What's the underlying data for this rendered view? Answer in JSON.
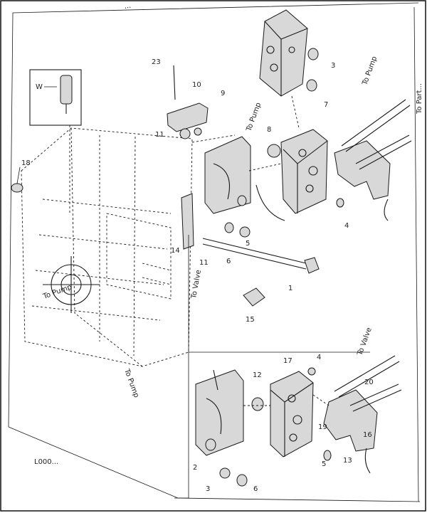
{
  "drawing_id": "L000...",
  "top_edge_label": "...",
  "right_edge_label": "To Part...",
  "inset_label": "W",
  "callouts": {
    "c23": "23",
    "c10": "10",
    "c9": "9",
    "c11": "11",
    "c18": "18",
    "c3": "3",
    "c7": "7",
    "c8": "8",
    "c4a": "4",
    "c5a": "5",
    "c14": "14",
    "c11b": "11",
    "c6a": "6",
    "c12": "12",
    "c15": "15",
    "c4b": "4",
    "c1": "1",
    "c20": "20",
    "c2": "2",
    "c19": "19",
    "c17": "17",
    "c3b": "3",
    "c6b": "6",
    "c5b": "5",
    "c13": "13",
    "c16": "16"
  },
  "rotated_notes": {
    "n1": "To Pump",
    "n2": "To Pump",
    "n3": "To Valve",
    "n4": "To Pump",
    "n5": "To Valve",
    "n6": "To Pump"
  }
}
